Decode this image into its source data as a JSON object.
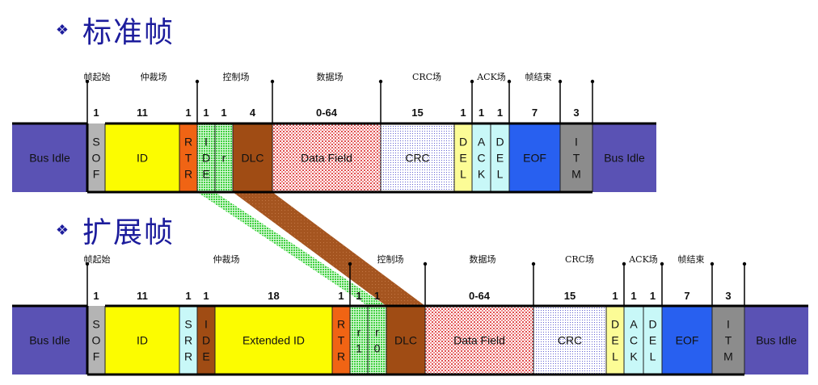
{
  "sections": [
    {
      "bullet": "❖",
      "title": "标准帧",
      "field_labels": [
        "帧起始",
        "仲裁场",
        "控制场",
        "数据场",
        "CRC场",
        "ACK场",
        "帧结束"
      ],
      "segments": [
        {
          "label": "Bus Idle",
          "bits": "",
          "color": "#5a52b4",
          "vertical": false
        },
        {
          "label": "SOF",
          "bits": "1",
          "color": "#b4b4b4",
          "vertical": true
        },
        {
          "label": "ID",
          "bits": "11",
          "color": "#fcfc00",
          "vertical": false
        },
        {
          "label": "RTR",
          "bits": "1",
          "color": "#f06414",
          "vertical": true
        },
        {
          "label": "IDE",
          "bits": "1",
          "color": "#60e060",
          "vertical": true
        },
        {
          "label": "r",
          "bits": "1",
          "color": "#60e060",
          "vertical": false
        },
        {
          "label": "DLC",
          "bits": "4",
          "color": "#a04c14",
          "vertical": false
        },
        {
          "label": "Data Field",
          "bits": "0-64",
          "color": "#f08a8a",
          "vertical": false
        },
        {
          "label": "CRC",
          "bits": "15",
          "color": "#fcfc96",
          "vertical": false
        },
        {
          "label": "DEL",
          "bits": "1",
          "color": "#fcfc96",
          "vertical": true
        },
        {
          "label": "ACK",
          "bits": "1",
          "color": "#c8f8f8",
          "vertical": true
        },
        {
          "label": "DEL",
          "bits": "1",
          "color": "#c8f8f8",
          "vertical": true
        },
        {
          "label": "EOF",
          "bits": "7",
          "color": "#2860f0",
          "vertical": false
        },
        {
          "label": "ITM",
          "bits": "3",
          "color": "#8c8c8c",
          "vertical": true
        },
        {
          "label": "Bus Idle",
          "bits": "",
          "color": "#5a52b4",
          "vertical": false
        }
      ]
    },
    {
      "bullet": "❖",
      "title": "扩展帧",
      "field_labels": [
        "帧起始",
        "仲裁场",
        "控制场",
        "数据场",
        "CRC场",
        "ACK场",
        "帧结束"
      ],
      "segments": [
        {
          "label": "Bus Idle",
          "bits": "",
          "color": "#5a52b4",
          "vertical": false
        },
        {
          "label": "SOF",
          "bits": "1",
          "color": "#b4b4b4",
          "vertical": true
        },
        {
          "label": "ID",
          "bits": "11",
          "color": "#fcfc00",
          "vertical": false
        },
        {
          "label": "SRR",
          "bits": "1",
          "color": "#c8f8f8",
          "vertical": true
        },
        {
          "label": "IDE",
          "bits": "1",
          "color": "#a04c14",
          "vertical": true
        },
        {
          "label": "Extended ID",
          "bits": "18",
          "color": "#fcfc00",
          "vertical": false
        },
        {
          "label": "RTR",
          "bits": "1",
          "color": "#f06414",
          "vertical": true
        },
        {
          "label": "r1",
          "bits": "1",
          "color": "#60e060",
          "vertical": true
        },
        {
          "label": "r0",
          "bits": "1",
          "color": "#60e060",
          "vertical": true
        },
        {
          "label": "DLC",
          "bits": "",
          "color": "#a04c14",
          "vertical": false
        },
        {
          "label": "Data Field",
          "bits": "0-64",
          "color": "#f08a8a",
          "vertical": false
        },
        {
          "label": "CRC",
          "bits": "15",
          "color": "#fcfc96",
          "vertical": false
        },
        {
          "label": "DEL",
          "bits": "1",
          "color": "#fcfc96",
          "vertical": true
        },
        {
          "label": "ACK",
          "bits": "1",
          "color": "#c8f8f8",
          "vertical": true
        },
        {
          "label": "DEL",
          "bits": "1",
          "color": "#c8f8f8",
          "vertical": true
        },
        {
          "label": "EOF",
          "bits": "7",
          "color": "#2860f0",
          "vertical": false
        },
        {
          "label": "ITM",
          "bits": "3",
          "color": "#8c8c8c",
          "vertical": true
        },
        {
          "label": "Bus Idle",
          "bits": "",
          "color": "#5a52b4",
          "vertical": false
        }
      ]
    }
  ],
  "connector_colors": {
    "ide_to_rtr": "#60e060",
    "dlc_to_dlc": "#a04c14"
  }
}
